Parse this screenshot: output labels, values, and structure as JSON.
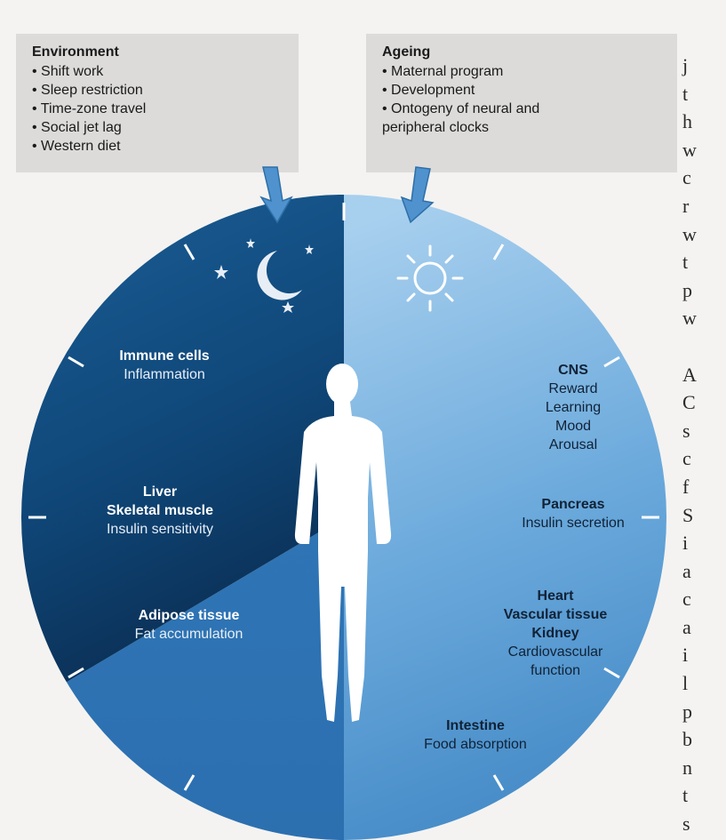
{
  "environment": {
    "title": "Environment",
    "items": [
      "Shift work",
      "Sleep restriction",
      "Time-zone travel",
      "Social jet lag",
      "Western diet"
    ]
  },
  "ageing": {
    "title": "Ageing",
    "items": [
      "Maternal program",
      "Development",
      "Ontogeny of neural and peripheral clocks"
    ]
  },
  "night_side": {
    "immune": {
      "title": "Immune cells",
      "sub": "Inflammation"
    },
    "liver": {
      "title1": "Liver",
      "title2": "Skeletal muscle",
      "sub": "Insulin sensitivity"
    },
    "adipose": {
      "title": "Adipose tissue",
      "sub": "Fat accumulation"
    }
  },
  "day_side": {
    "cns": {
      "title": "CNS",
      "lines": [
        "Reward",
        "Learning",
        "Mood",
        "Arousal"
      ]
    },
    "pancreas": {
      "title": "Pancreas",
      "sub": "Insulin secretion"
    },
    "heart": {
      "titles": [
        "Heart",
        "Vascular tissue",
        "Kidney"
      ],
      "lines": [
        "Cardiovascular",
        "function"
      ]
    },
    "intestine": {
      "title": "Intestine",
      "sub": "Food absorption"
    }
  },
  "icons": [
    "moon-icon",
    "sun-icon",
    "human-figure-icon",
    "arrow-down-icon"
  ],
  "colors": {
    "night_dark": "#0e3f6b",
    "night_mid": "#1d5c93",
    "day_light": "#8fc0e6",
    "day_mid": "#4e95cf",
    "box_gray": "#dcdbd9"
  }
}
